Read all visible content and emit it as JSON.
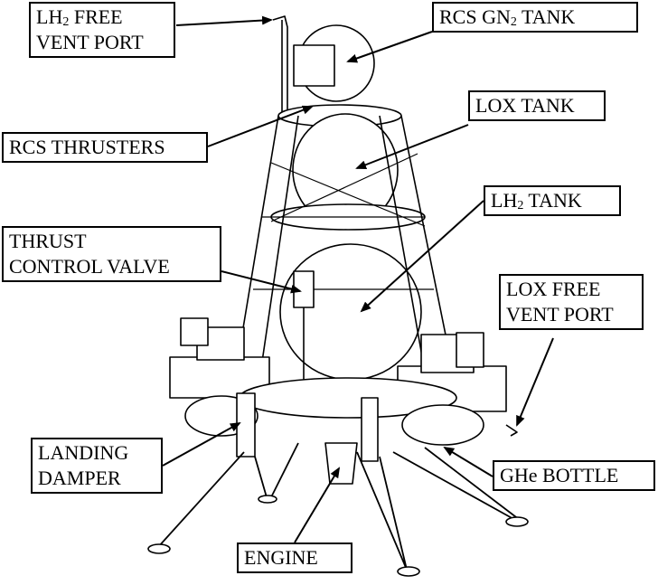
{
  "diagram": {
    "labels": [
      {
        "id": "lh2-vent",
        "lines": [
          "LH2 FREE",
          "VENT PORT"
        ]
      },
      {
        "id": "rcs-gn2",
        "lines": [
          "RCS GN2 TANK"
        ]
      },
      {
        "id": "lox-tank",
        "lines": [
          "LOX TANK"
        ]
      },
      {
        "id": "rcs-thrusters",
        "lines": [
          "RCS THRUSTERS"
        ]
      },
      {
        "id": "lh2-tank",
        "lines": [
          "LH2 TANK"
        ]
      },
      {
        "id": "thrust-valve",
        "lines": [
          "THRUST",
          "CONTROL VALVE"
        ]
      },
      {
        "id": "lox-vent",
        "lines": [
          "LOX FREE",
          "VENT PORT"
        ]
      },
      {
        "id": "landing-damper",
        "lines": [
          "LANDING",
          "DAMPER"
        ]
      },
      {
        "id": "ghe-bottle",
        "lines": [
          "GHe BOTTLE"
        ]
      },
      {
        "id": "engine",
        "lines": [
          "ENGINE"
        ]
      }
    ]
  }
}
